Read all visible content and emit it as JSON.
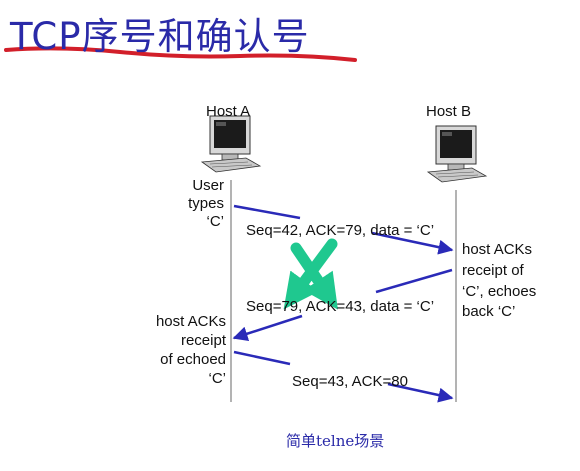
{
  "title": "TCP序号和确认号",
  "caption": "简单telne场景",
  "colors": {
    "title": "#2a2aa8",
    "underline": "#d21f2a",
    "arrow": "#2a2ab8",
    "cross": "#1fc88f",
    "timeline": "#9a9a9a"
  },
  "hosts": {
    "a": {
      "label": "Host A",
      "icon": "computer-icon"
    },
    "b": {
      "label": "Host B",
      "icon": "computer-icon"
    }
  },
  "notes": {
    "user_types": [
      "User",
      "types",
      "‘C’"
    ],
    "host_b_acks": [
      "host ACKs",
      "receipt of",
      "‘C’, echoes",
      "back ‘C’"
    ],
    "host_a_acks": [
      "host ACKs",
      "receipt",
      "of echoed",
      "‘C’"
    ]
  },
  "messages": [
    {
      "label": "Seq=42, ACK=79, data = ‘C’"
    },
    {
      "label": "Seq=79, ACK=43, data = ‘C’"
    },
    {
      "label": "Seq=43, ACK=80"
    }
  ]
}
